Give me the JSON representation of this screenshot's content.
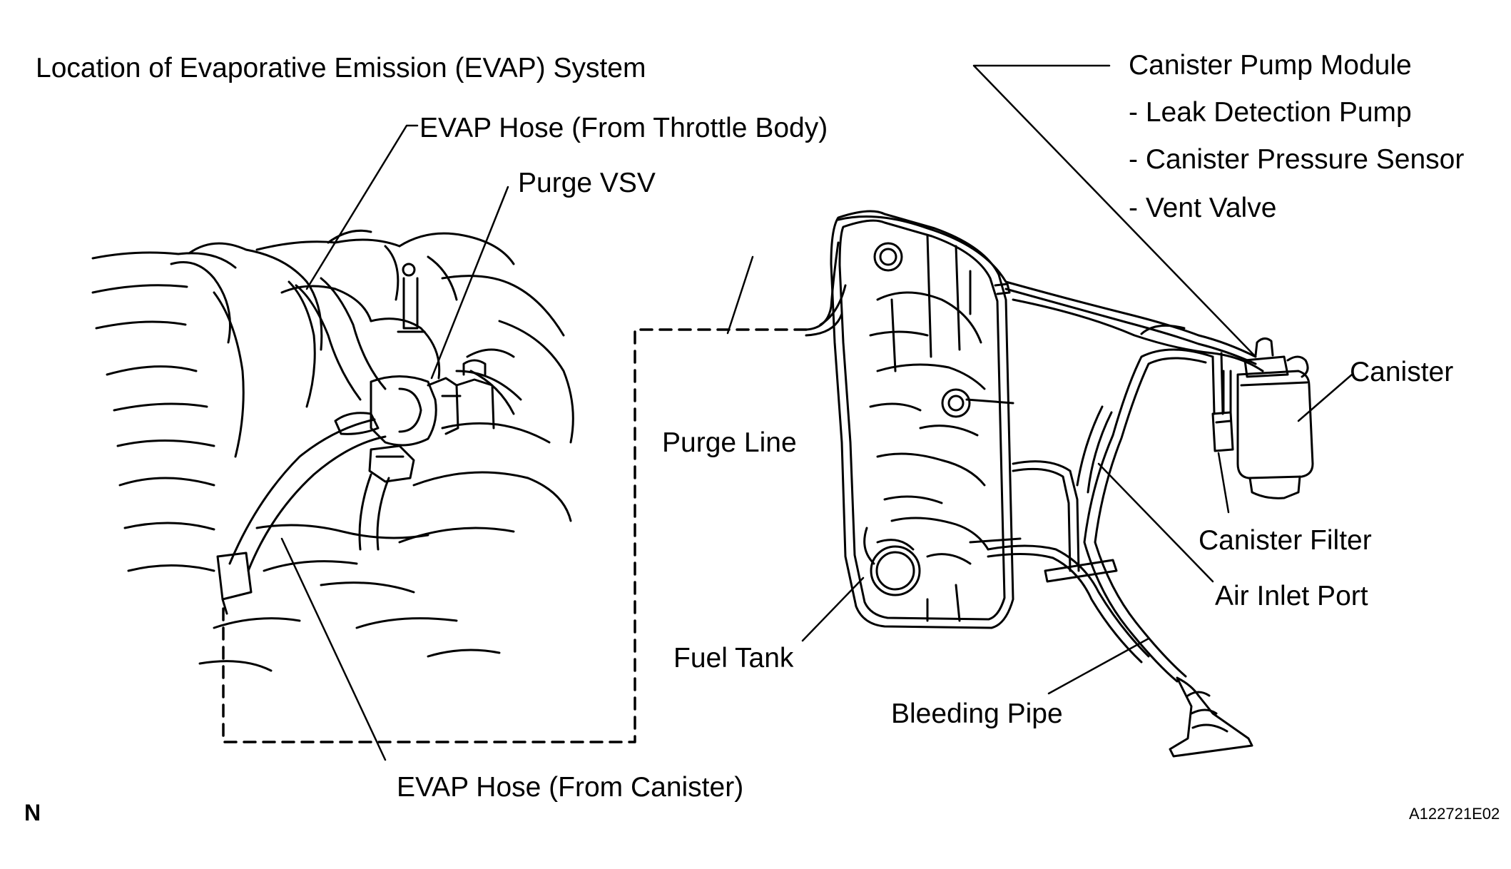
{
  "diagram": {
    "title": "Location of Evaporative Emission (EVAP) System",
    "labels": {
      "evap_hose_throttle": "EVAP Hose (From Throttle Body)",
      "purge_vsv": "Purge VSV",
      "canister_pump_module": "Canister Pump Module",
      "leak_detection_pump": "- Leak Detection Pump",
      "canister_pressure_sensor": "- Canister Pressure Sensor",
      "vent_valve": "- Vent Valve",
      "canister": "Canister",
      "purge_line": "Purge Line",
      "canister_filter": "Canister Filter",
      "air_inlet_port": "Air Inlet Port",
      "fuel_tank": "Fuel Tank",
      "bleeding_pipe": "Bleeding Pipe",
      "evap_hose_canister": "EVAP Hose (From Canister)"
    },
    "corner_mark": "N",
    "figure_code": "A122721E02"
  }
}
